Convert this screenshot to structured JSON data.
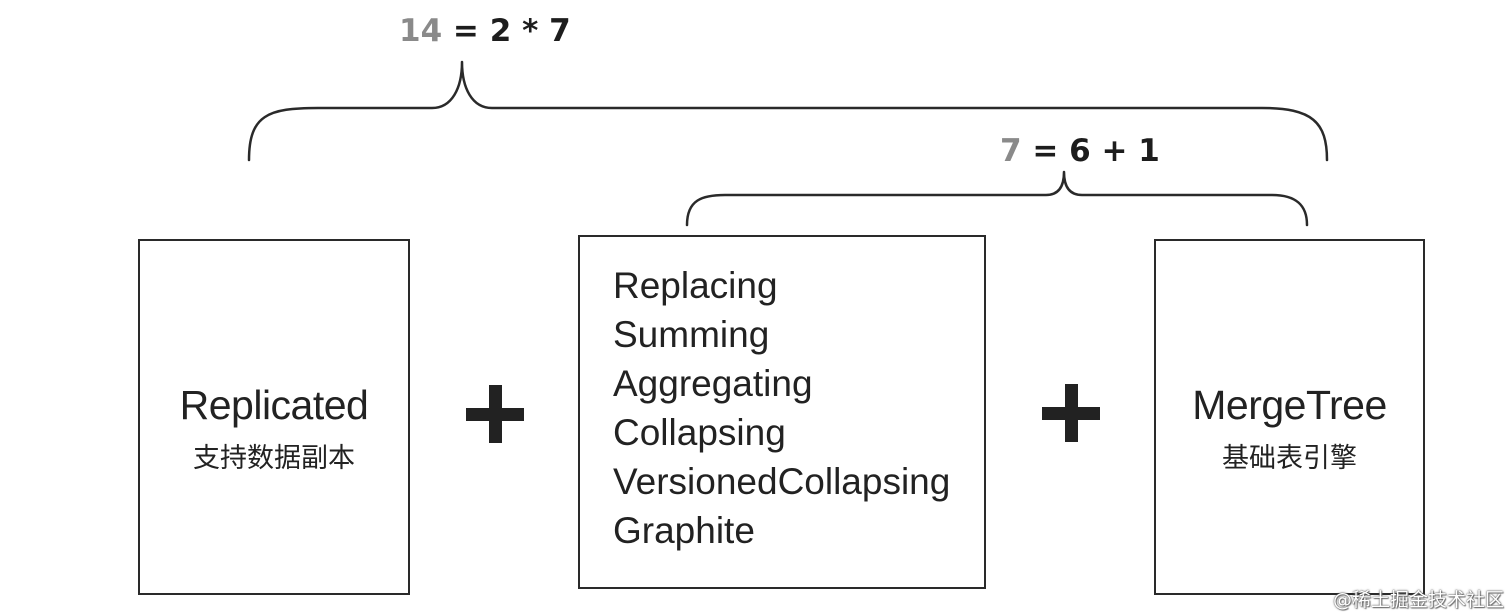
{
  "formulas": {
    "top": {
      "lead": "14",
      "rest": " = 2 * 7"
    },
    "inner": {
      "lead": "7",
      "rest": " = 6 + 1"
    }
  },
  "boxes": {
    "replicated": {
      "title": "Replicated",
      "subtitle": "支持数据副本"
    },
    "engines": {
      "items": [
        "Replacing",
        "Summing",
        "Aggregating",
        "Collapsing",
        "VersionedCollapsing",
        "Graphite"
      ]
    },
    "mergetree": {
      "title": "MergeTree",
      "subtitle": "基础表引擎"
    }
  },
  "operators": {
    "plus": "+"
  },
  "watermark": {
    "text": "@稀土掘金技术社区"
  },
  "colors": {
    "ink": "#222222",
    "formula_lead": "#8a8a8a",
    "background": "#ffffff"
  }
}
